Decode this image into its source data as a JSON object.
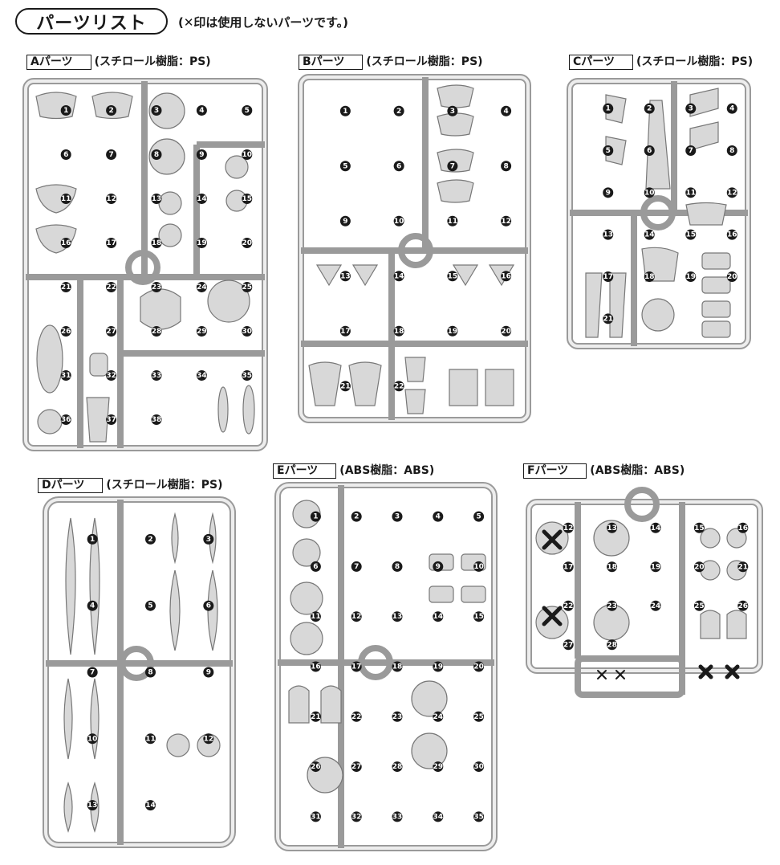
{
  "header": {
    "title": "パーツリスト",
    "note": "(✕印は使用しないパーツです。)"
  },
  "sheets": [
    {
      "id": "A",
      "tag": "Aパーツ",
      "material": "(スチロール樹脂：PS)"
    },
    {
      "id": "B",
      "tag": "Bパーツ",
      "material": "(スチロール樹脂：PS)"
    },
    {
      "id": "C",
      "tag": "Cパーツ",
      "material": "(スチロール樹脂：PS)"
    },
    {
      "id": "D",
      "tag": "Dパーツ",
      "material": "(スチロール樹脂：PS)"
    },
    {
      "id": "E",
      "tag": "Eパーツ",
      "material": "(ABS樹脂：ABS)"
    },
    {
      "id": "F",
      "tag": "Fパーツ",
      "material": "(ABS樹脂：ABS)"
    }
  ],
  "part_numbers": {
    "A": [
      "1",
      "2",
      "3",
      "4",
      "5",
      "6",
      "7",
      "8",
      "9",
      "10",
      "11",
      "12",
      "13",
      "14",
      "15",
      "16",
      "17",
      "18",
      "19",
      "20",
      "21",
      "22",
      "23",
      "24",
      "25",
      "26",
      "27",
      "28",
      "29",
      "30",
      "31",
      "32",
      "33",
      "34",
      "35",
      "36",
      "37",
      "38"
    ],
    "B": [
      "1",
      "2",
      "3",
      "4",
      "5",
      "6",
      "7",
      "8",
      "9",
      "10",
      "11",
      "12",
      "13",
      "14",
      "15",
      "16",
      "17",
      "18",
      "19",
      "20",
      "21",
      "22"
    ],
    "C": [
      "1",
      "2",
      "3",
      "4",
      "5",
      "6",
      "7",
      "8",
      "9",
      "10",
      "11",
      "12",
      "13",
      "14",
      "15",
      "16",
      "17",
      "18",
      "19",
      "20",
      "21"
    ],
    "D": [
      "1",
      "2",
      "3",
      "4",
      "5",
      "6",
      "7",
      "8",
      "9",
      "10",
      "11",
      "12",
      "13",
      "14"
    ],
    "E": [
      "1",
      "2",
      "3",
      "4",
      "5",
      "6",
      "7",
      "8",
      "9",
      "10",
      "11",
      "12",
      "13",
      "14",
      "15",
      "16",
      "17",
      "18",
      "19",
      "20",
      "21",
      "22",
      "23",
      "24",
      "25",
      "26",
      "27",
      "28",
      "29",
      "30",
      "31",
      "32",
      "33",
      "34",
      "35"
    ],
    "F": [
      "12",
      "13",
      "14",
      "15",
      "16",
      "17",
      "18",
      "19",
      "20",
      "21",
      "22",
      "23",
      "24",
      "25",
      "26",
      "27",
      "28"
    ]
  },
  "unused_parts": {
    "F": [
      "12",
      "13",
      "16",
      "27",
      "28"
    ]
  },
  "colors": {
    "runner": "#9a9a9a",
    "part_fill": "#d8d8d8",
    "badge": "#1a1a1a"
  },
  "icons": [
    "unused-x-mark-icon"
  ]
}
